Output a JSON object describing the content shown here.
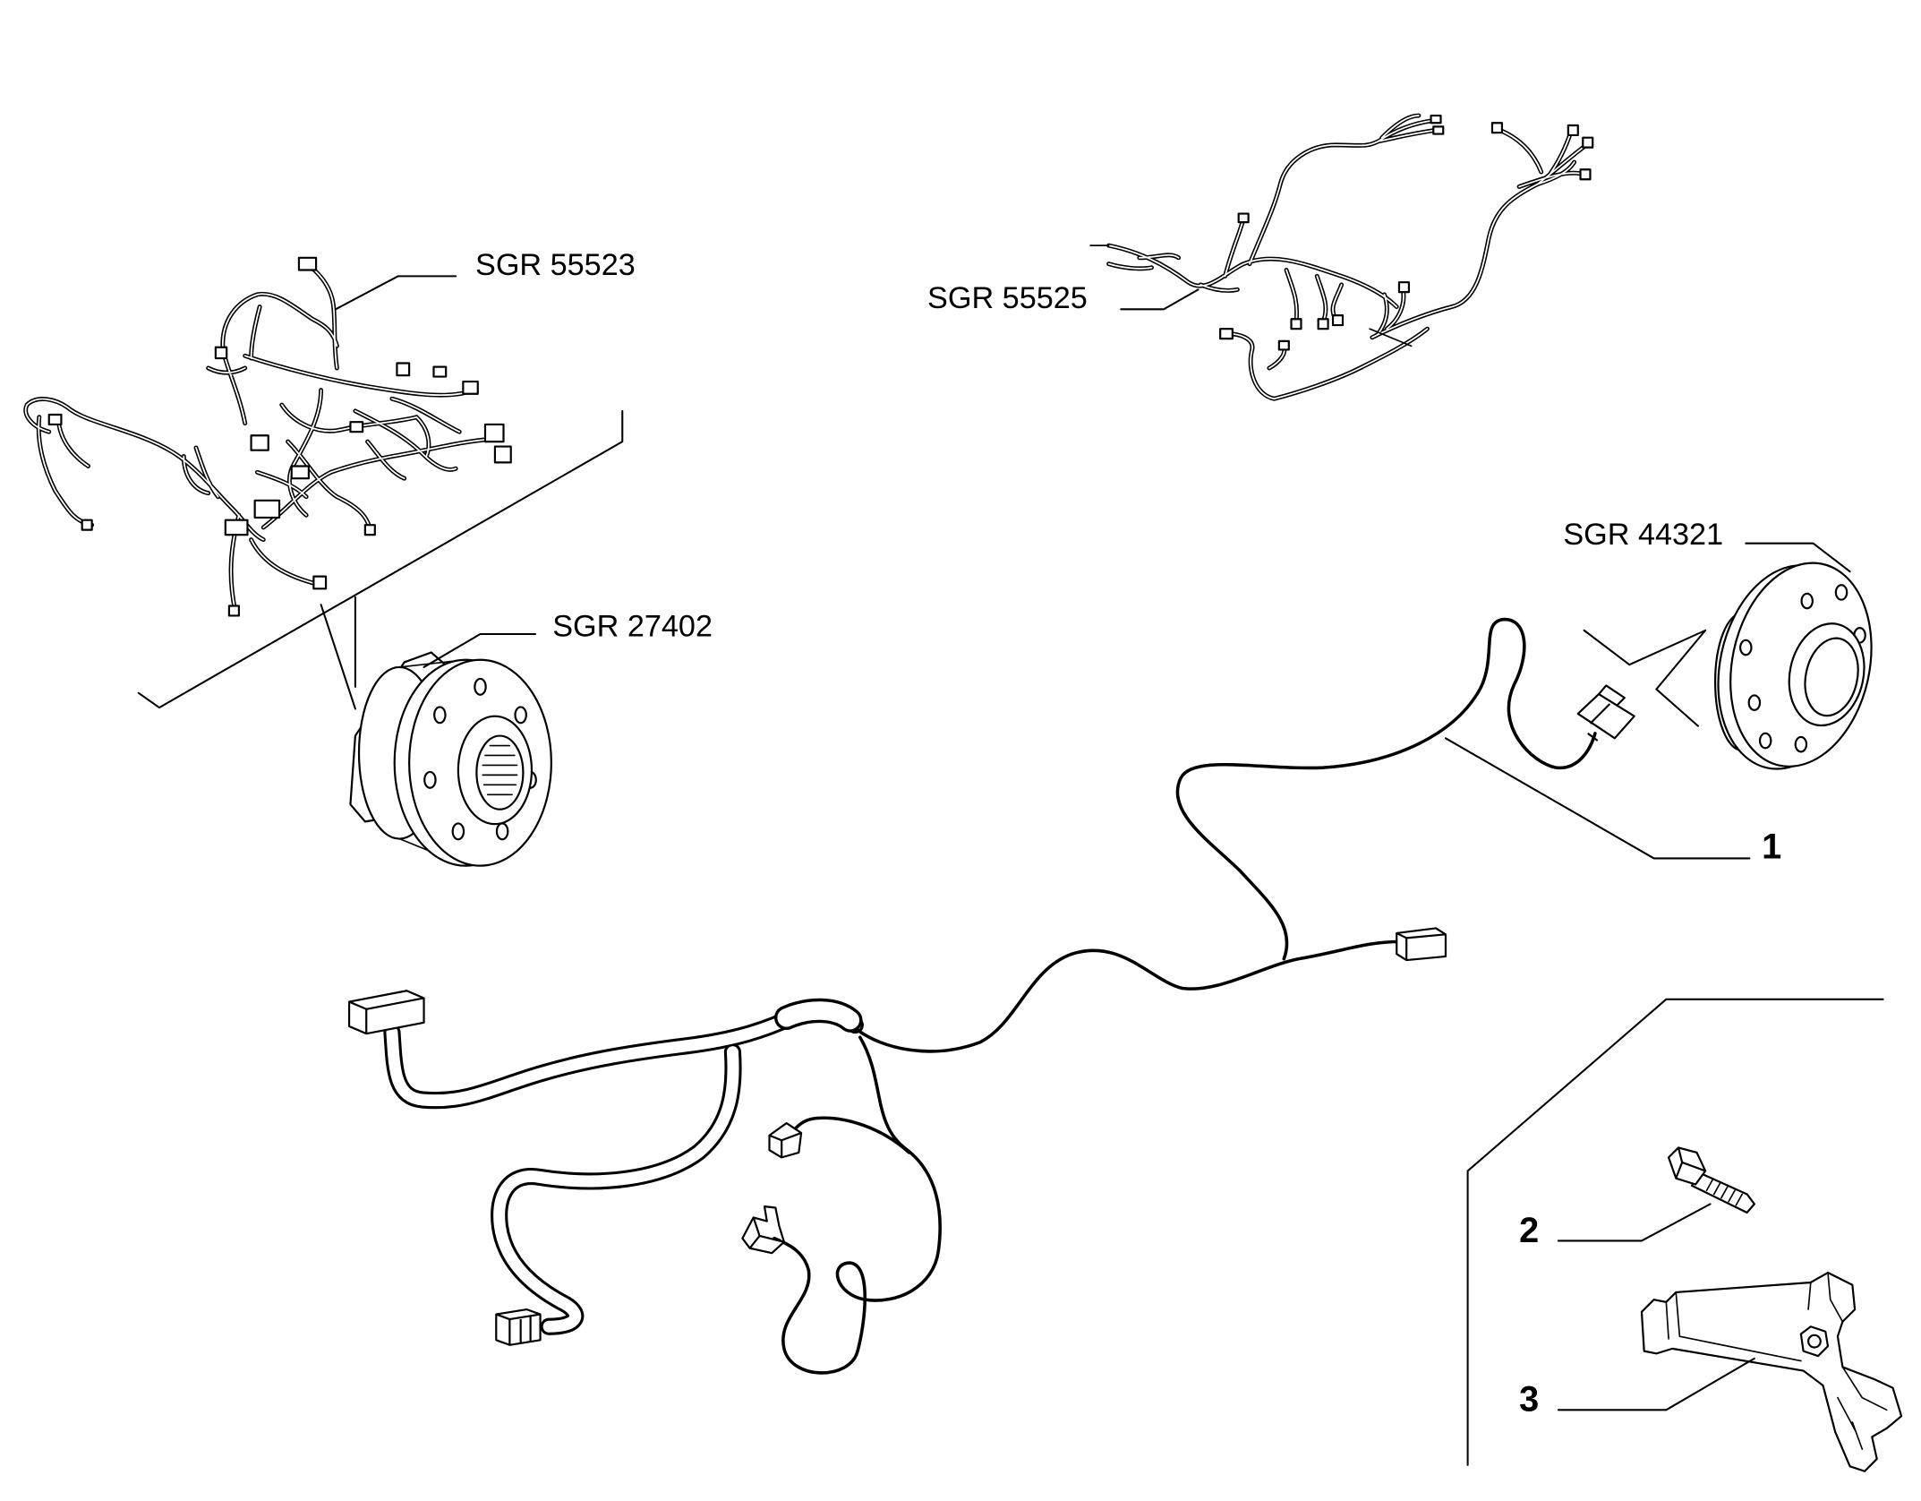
{
  "colors": {
    "line": "#000000",
    "background": "#ffffff"
  },
  "references": {
    "sgr_55523": "SGR 55523",
    "sgr_55525": "SGR 55525",
    "sgr_44321": "SGR 44321",
    "sgr_27402": "SGR 27402"
  },
  "callouts": {
    "part_1": "1",
    "part_2": "2",
    "part_3": "3"
  }
}
